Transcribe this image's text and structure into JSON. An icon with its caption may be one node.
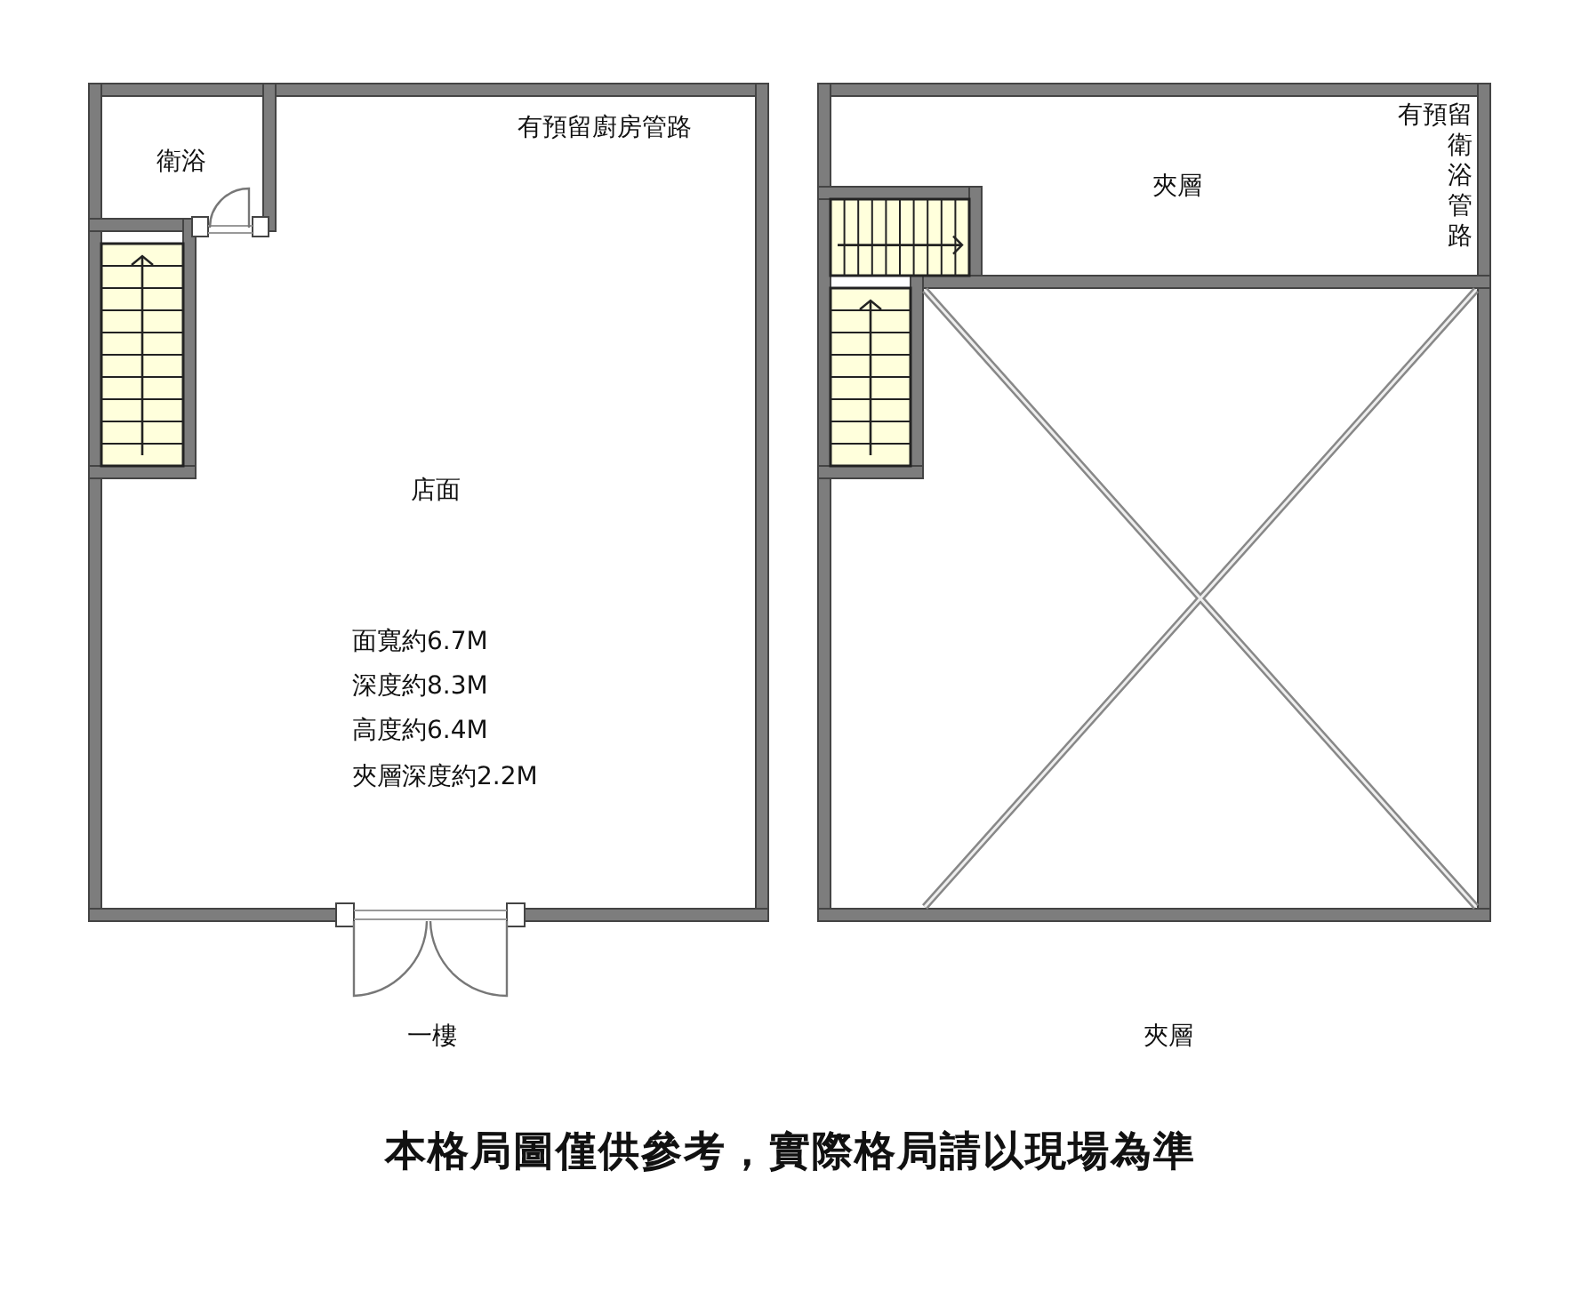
{
  "diagram": {
    "caption": "本格局圖僅供參考，實際格局請以現場為準",
    "nodes": [
      {
        "text": [
          "一樓"
        ]
      },
      {
        "text": [
          "衛浴"
        ],
        "in": 0
      },
      {
        "text": [
          "店面",
          "有預留廚房管路",
          "面寬約6.7M",
          "深度約8.3M",
          "高度約6.4M",
          "夾層深度約2.2M"
        ],
        "in": 0
      },
      {
        "text": [
          "夾層"
        ]
      },
      {
        "text": [
          "夾層",
          "有預留衛浴管路"
        ],
        "in": 3
      }
    ]
  }
}
